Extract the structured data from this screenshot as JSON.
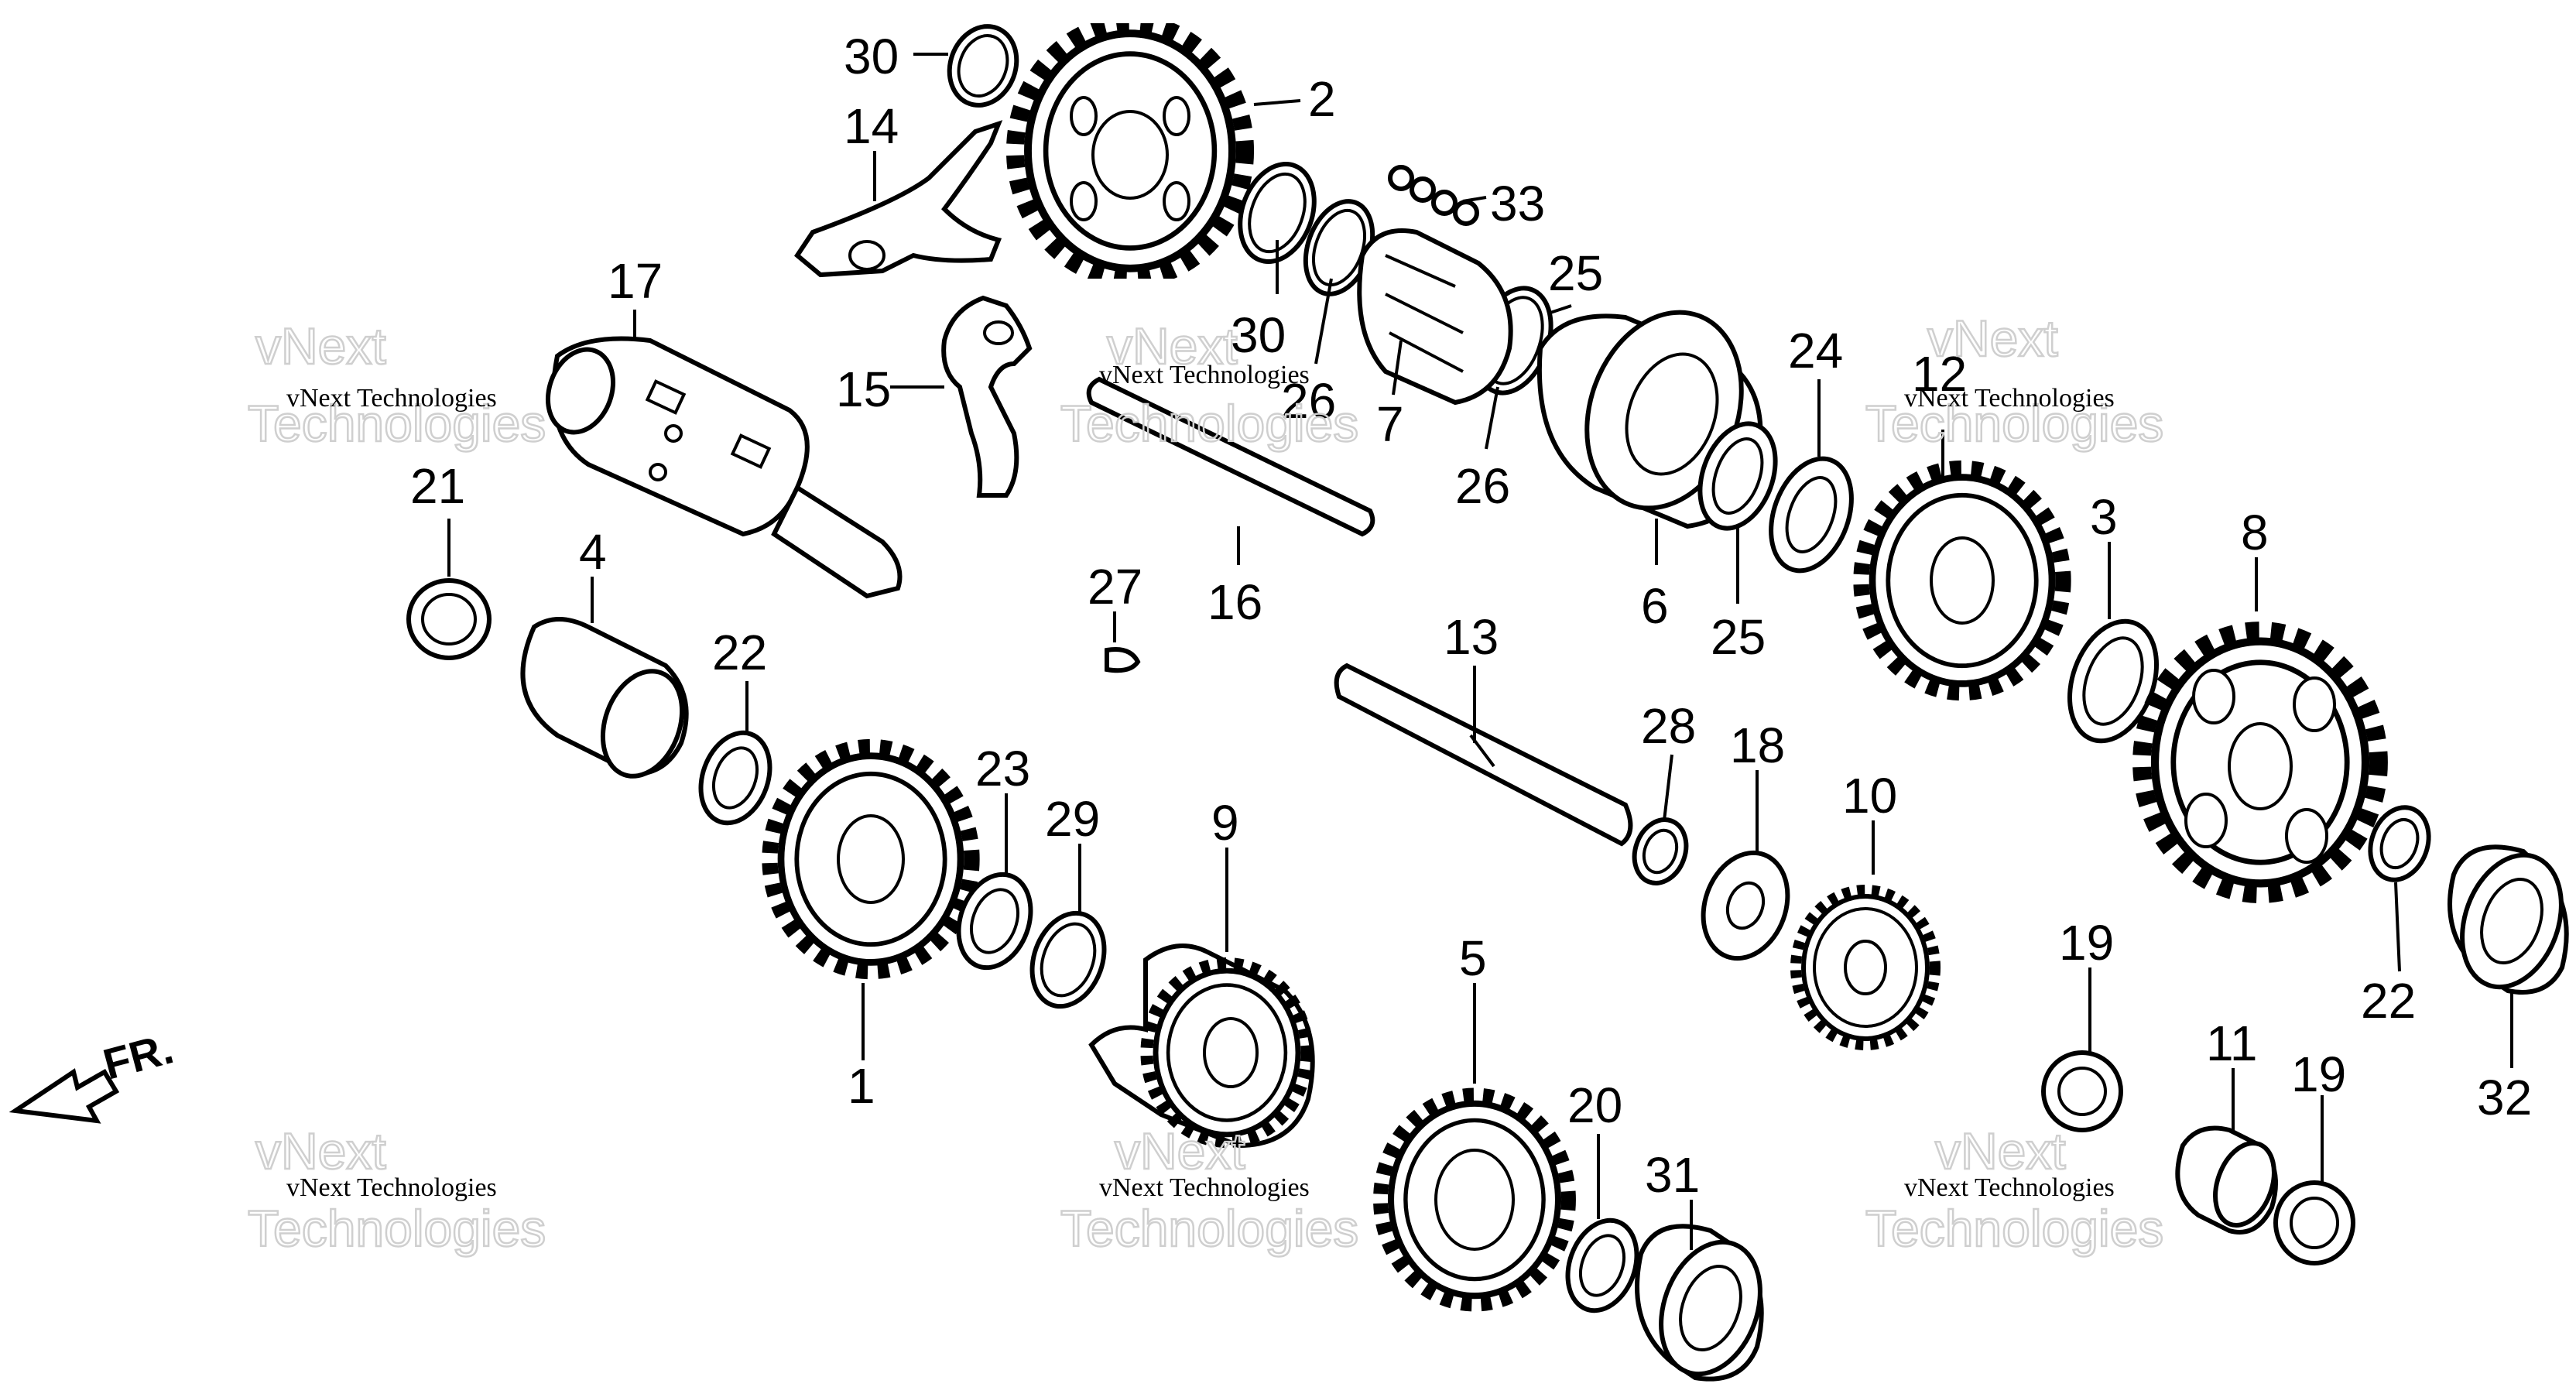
{
  "diagram": {
    "direction_label": "FR.",
    "watermarks": [
      {
        "brand": "vNext",
        "company": "vNext Technologies",
        "ghost": "Technologies"
      },
      {
        "brand": "vNext",
        "company": "vNext Technologies",
        "ghost": "Technologies"
      },
      {
        "brand": "vNext",
        "company": "vNext Technologies",
        "ghost": "Technologies"
      },
      {
        "brand": "vNext",
        "company": "vNext Technologies",
        "ghost": "Technologies"
      },
      {
        "brand": "vNext",
        "company": "vNext Technologies",
        "ghost": "Technologies"
      },
      {
        "brand": "vNext",
        "company": "vNext Technologies",
        "ghost": "Technologies"
      }
    ],
    "part_labels": [
      "1",
      "2",
      "3",
      "4",
      "5",
      "6",
      "7",
      "8",
      "9",
      "10",
      "11",
      "12",
      "13",
      "14",
      "15",
      "16",
      "17",
      "18",
      "19",
      "19",
      "20",
      "21",
      "22",
      "22",
      "23",
      "24",
      "25",
      "25",
      "26",
      "26",
      "27",
      "28",
      "29",
      "30",
      "30",
      "31",
      "32",
      "33"
    ]
  }
}
